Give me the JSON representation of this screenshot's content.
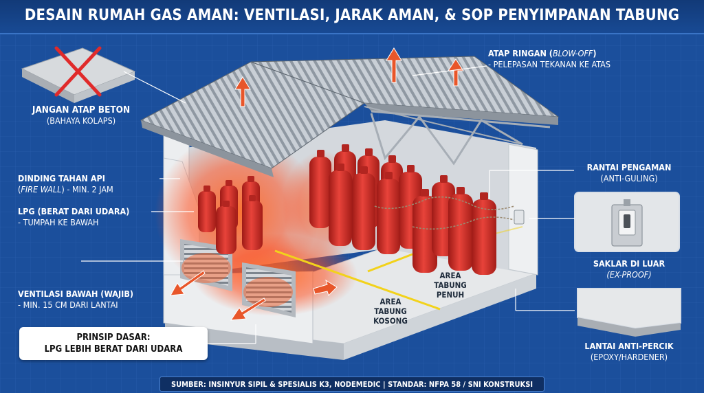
{
  "title": "DESAIN RUMAH GAS AMAN: VENTILASI, JARAK AMAN, & SOP PENYIMPANAN TABUNG",
  "labels": {
    "no_concrete": {
      "head": "JANGAN ATAP BETON",
      "sub": "(BAHAYA KOLAPS)"
    },
    "light_roof": {
      "head_prefix": "ATAP RINGAN (",
      "head_italic": "BLOW-OFF",
      "head_suffix": ")",
      "sub": "- PELEPASAN TEKANAN KE ATAS"
    },
    "fire_wall": {
      "head": "DINDING TAHAN API",
      "sub_prefix": "(",
      "sub_italic": "FIRE WALL",
      "sub_suffix": ") - MIN. 2 JAM"
    },
    "lpg": {
      "head": "LPG (BERAT DARI UDARA)",
      "sub": "- TUMPAH KE BAWAH"
    },
    "vent": {
      "head": "VENTILASI BAWAH (WAJIB)",
      "sub": "- MIN. 15 CM DARI LANTAI"
    },
    "chain": {
      "head": "RANTAI PENGAMAN",
      "sub": "(ANTI-GULING)"
    },
    "switch": {
      "head": "SAKLAR DI LUAR",
      "sub": "(EX-PROOF)"
    },
    "floor": {
      "head": "LANTAI ANTI-PERCIK",
      "sub": "(EPOXY/HARDENER)"
    }
  },
  "areas": {
    "full": [
      "AREA",
      "TABUNG",
      "PENUH"
    ],
    "empty": [
      "AREA",
      "TABUNG",
      "KOSONG"
    ]
  },
  "principle": {
    "line1": "PRINSIP DASAR:",
    "line2": "LPG LEBIH BERAT DARI UDARA"
  },
  "footer": "SUMBER: INSINYUR SIPIL & SPESIALIS K3, NODEMEDIC  |  STANDAR: NFPA 58 / SNI KONSTRUKSI",
  "colors": {
    "background": "#1b4f9c",
    "cylinder": "#d8302a",
    "gas_cloud": "#ff5a1f",
    "arrow": "#e8562a",
    "marking": "#f2d21b"
  },
  "icons": [
    "cross-icon",
    "arrow-up-icon",
    "arrow-out-icon",
    "switch-icon",
    "chain-icon"
  ]
}
